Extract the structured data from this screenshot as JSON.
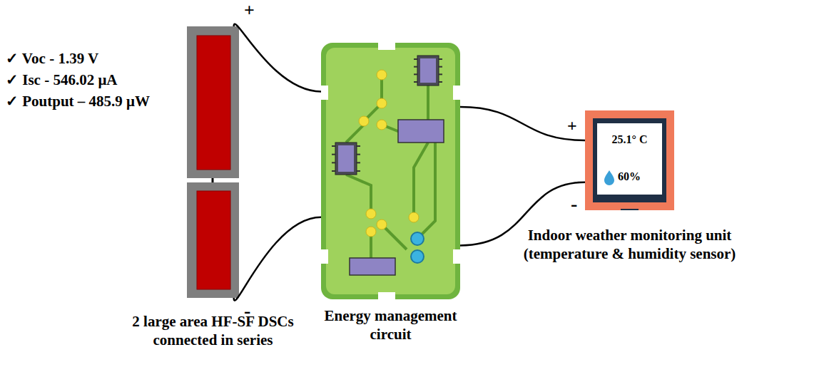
{
  "diagram": {
    "nodes": [
      {
        "text": [
          "2 large area HF-SF DSCs connected in series"
        ]
      },
      {
        "text": [
          "Energy management circuit"
        ]
      },
      {
        "text": [
          "25.1° C",
          "60%",
          "Indoor weather monitoring unit (temperature & humidity sensor)"
        ]
      }
    ],
    "edges": [
      {
        "from": 0,
        "to": 1,
        "arrow": "none"
      },
      {
        "from": 0,
        "to": 1,
        "arrow": "none"
      },
      {
        "from": 1,
        "to": 2,
        "arrow": "none"
      },
      {
        "from": 1,
        "to": 2,
        "arrow": "none"
      }
    ],
    "labels": [
      "✓ Voc - 1.39 V",
      "✓ Isc -  546.02 μA",
      "✓ Poutput – 485.9 μW",
      "+",
      "-",
      "+",
      "-"
    ]
  }
}
